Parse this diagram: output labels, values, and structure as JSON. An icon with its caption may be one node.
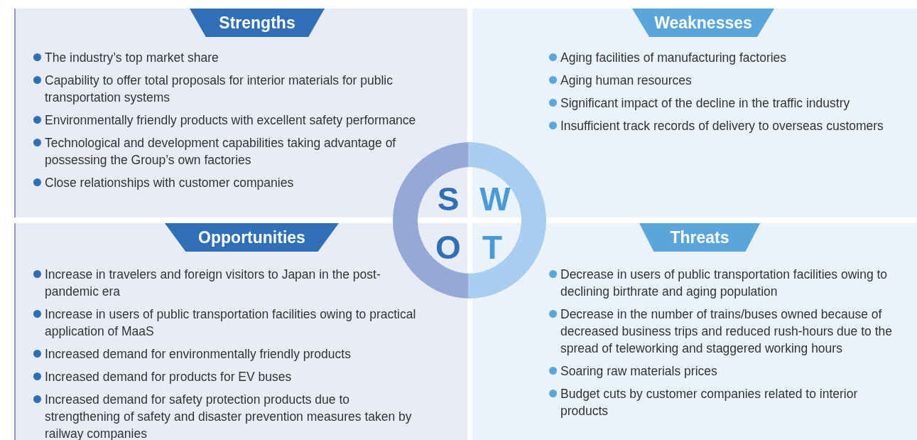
{
  "diagram": {
    "nodes": [
      {
        "text": [
          "Strengths",
          "The industry’s top market share",
          "Capability to offer total proposals for interior materials for public transportation systems",
          "Environmentally friendly products with excellent safety performance",
          "Technological and development capabilities taking advantage of possessing the Group’s own factories",
          "Close relationships with customer companies"
        ]
      },
      {
        "text": [
          "Weaknesses",
          "Aging facilities of manufacturing factories",
          "Aging human resources",
          "Significant impact of the decline in the traffic industry",
          "Insufficient track records of delivery to overseas customers"
        ]
      },
      {
        "text": [
          "Opportunities",
          "Increase in travelers and foreign visitors to Japan in the post-pandemic era",
          "Increase in users of public transportation facilities owing to practical application of MaaS",
          "Increased demand for environmentally friendly products",
          "Increased demand for products for EV buses",
          "Increased demand for safety protection products due to strengthening of safety and disaster prevention measures taken by railway companies"
        ]
      },
      {
        "text": [
          "Threats",
          "Decrease in users of public transportation facilities owing to declining birthrate and aging population",
          "Decrease in the number of trains/buses owned because of decreased business trips and reduced rush-hours due to the spread of teleworking and staggered working hours",
          "Soaring raw materials prices",
          "Budget cuts by customer companies related to interior products"
        ]
      }
    ],
    "edges": [],
    "labels": [
      "S",
      "W",
      "O",
      "T"
    ]
  }
}
